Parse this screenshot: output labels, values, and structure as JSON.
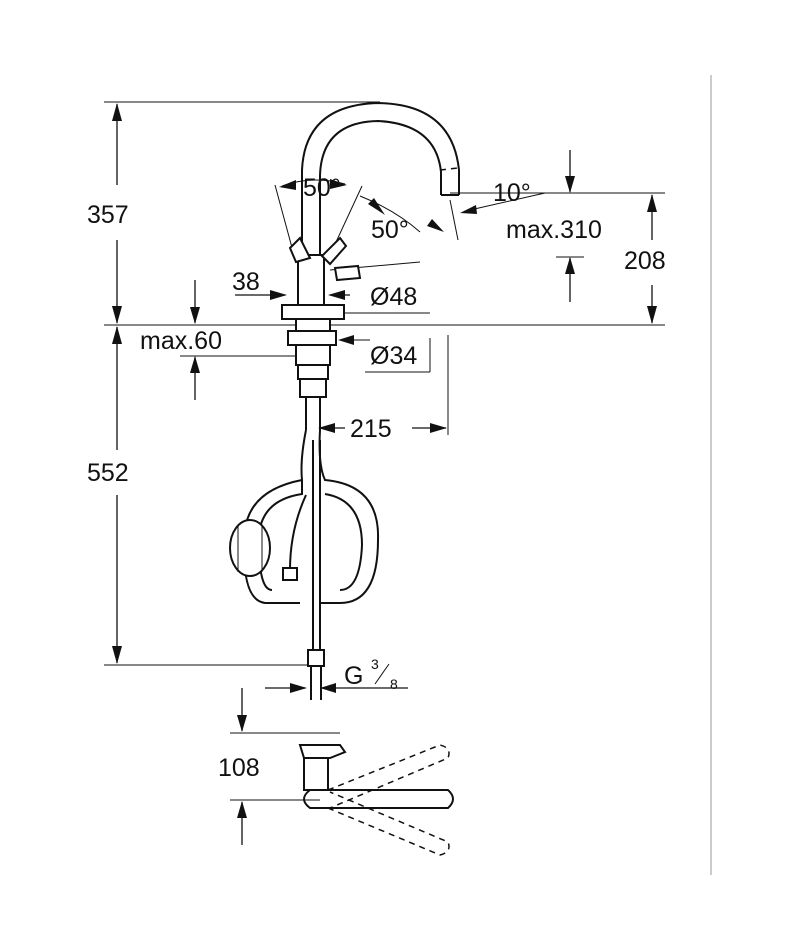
{
  "dimensions": {
    "height_upper": "357",
    "height_lower": "552",
    "spout_height": "208",
    "handle_angle_left": "50°",
    "handle_angle_right": "50°",
    "spout_tilt": "10°",
    "spout_reach_max": "max.310",
    "handle_width": "38",
    "body_diameter": "Ø48",
    "deck_thickness_max": "max.60",
    "hole_diameter": "Ø34",
    "spout_reach": "215",
    "thread_g": "G",
    "thread_num": "3",
    "thread_den": "8",
    "top_view_depth": "108"
  }
}
